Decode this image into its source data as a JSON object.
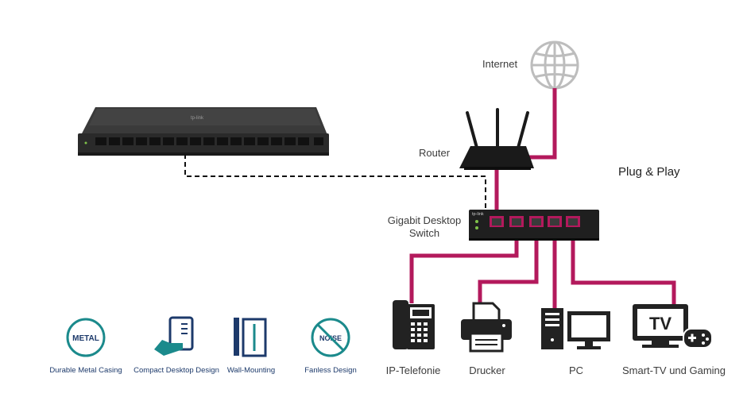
{
  "internet": {
    "label": "Internet"
  },
  "router": {
    "label": "Router"
  },
  "switch": {
    "label_line1": "Gigabit Desktop",
    "label_line2": "Switch",
    "brand": "tp-link"
  },
  "big_switch": {
    "brand": "tp-link"
  },
  "tagline": "Plug & Play",
  "devices": [
    {
      "id": "ip-phone",
      "label": "IP-Telefonie"
    },
    {
      "id": "printer",
      "label": "Drucker"
    },
    {
      "id": "pc",
      "label": "PC"
    },
    {
      "id": "smart-tv",
      "label": "Smart-TV und Gaming"
    }
  ],
  "features": [
    {
      "id": "metal",
      "badge": "METAL",
      "label": "Durable Metal Casing"
    },
    {
      "id": "compact",
      "label": "Compact Desktop Design"
    },
    {
      "id": "wall",
      "label": "Wall-Mounting"
    },
    {
      "id": "fanless",
      "badge": "NOISE",
      "label": "Fanless Design"
    }
  ],
  "tv_badge": "TV",
  "colors": {
    "cable": "#b3195c",
    "icon_navy": "#1d3a6b",
    "icon_teal": "#1b8a8c",
    "device_dark": "#222222"
  }
}
